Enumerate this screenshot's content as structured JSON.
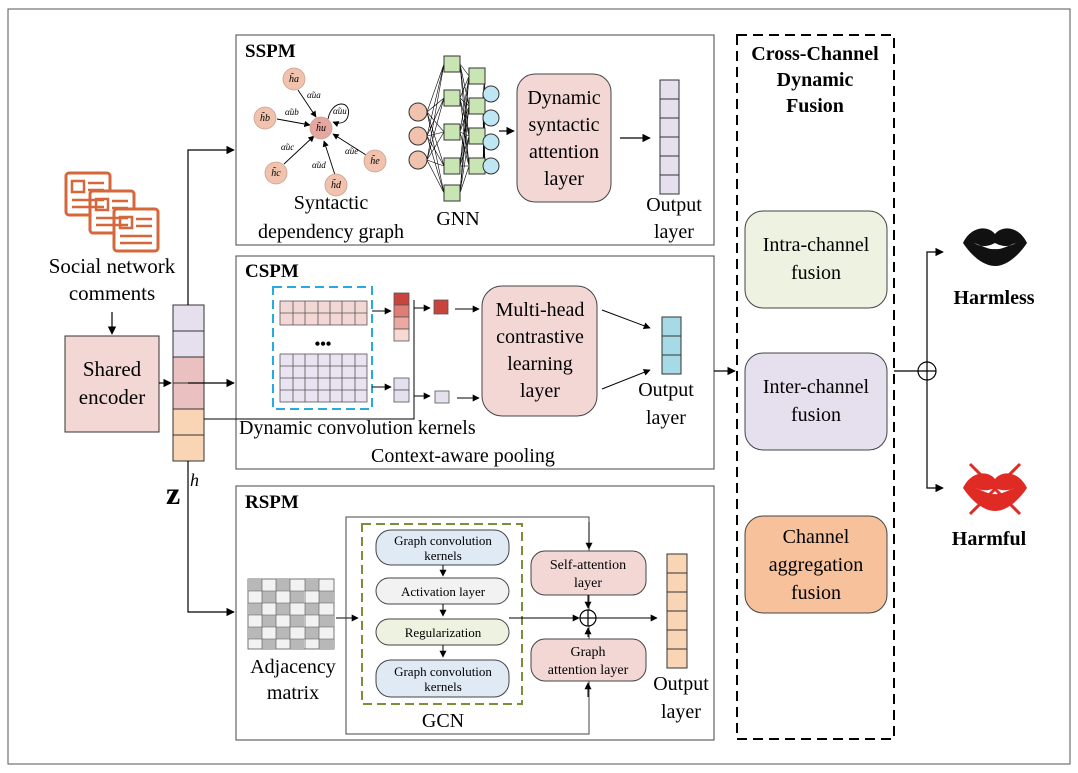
{
  "input": {
    "label_line1": "Social network",
    "label_line2": "comments",
    "icon": "document-stack-icon"
  },
  "encoder": {
    "label_line1": "Shared",
    "label_line2": "encoder",
    "z_symbol": "z",
    "z_superscript": "h"
  },
  "ssp_module": {
    "title": "SSPM",
    "graph_label_line1": "Syntactic",
    "graph_label_line2": "dependency graph",
    "gnn_label": "GNN",
    "attention_line1": "Dynamic",
    "attention_line2": "syntactic",
    "attention_line3": "attention",
    "attention_line4": "layer",
    "output_line1": "Output",
    "output_line2": "layer",
    "nodes": {
      "a": "h̃a",
      "b": "h̃b",
      "c": "h̃c",
      "d": "h̃d",
      "e": "h̃e",
      "u": "h̃u"
    },
    "edges": {
      "ua": "α̃ua",
      "ub": "α̃ub",
      "uc": "α̃uc",
      "ud": "α̃ud",
      "ue": "α̃ue",
      "uu": "α̃uu"
    }
  },
  "csp_module": {
    "title": "CSPM",
    "ellipsis": "•••",
    "kernels_label": "Dynamic convolution kernels",
    "pooling_label": "Context-aware pooling",
    "contrastive_line1": "Multi-head",
    "contrastive_line2": "contrastive",
    "contrastive_line3": "learning",
    "contrastive_line4": "layer",
    "output_line1": "Output",
    "output_line2": "layer"
  },
  "rsp_module": {
    "title": "RSPM",
    "adjacency_line1": "Adjacency",
    "adjacency_line2": "matrix",
    "gcn_label": "GCN",
    "gcn_kernels1_line1": "Graph convolution",
    "gcn_kernels1_line2": "kernels",
    "activation": "Activation layer",
    "regularization": "Regularization",
    "gcn_kernels2_line1": "Graph convolution",
    "gcn_kernels2_line2": "kernels",
    "self_attention_line1": "Self-attention",
    "self_attention_line2": "layer",
    "graph_attention_line1": "Graph",
    "graph_attention_line2": "attention layer",
    "output_line1": "Output",
    "output_line2": "layer"
  },
  "fusion": {
    "title_line1": "Cross-Channel",
    "title_line2": "Dynamic",
    "title_line3": "Fusion",
    "intra_line1": "Intra-channel",
    "intra_line2": "fusion",
    "inter_line1": "Inter-channel",
    "inter_line2": "fusion",
    "aggregation_line1": "Channel",
    "aggregation_line2": "aggregation",
    "aggregation_line3": "fusion"
  },
  "outputs": {
    "harmless": "Harmless",
    "harmful": "Harmful",
    "harmless_icon": "lips-icon",
    "harmful_icon": "crossed-lips-icon"
  },
  "colors": {
    "orange": "#d5673a",
    "pink_fill": "#f3d7d5",
    "lavender": "#e6dfee",
    "peach": "#f9d5b5",
    "teal": "#a6dae4",
    "green_fill": "#eef2e0",
    "blue_fill": "#dfeaf5",
    "dashed_blue": "#27a9e1",
    "dashed_green": "#7a8f3b",
    "node_pink": "#f1c2ad",
    "node_green": "#c9e5b4",
    "node_cyan": "#bfe6f3",
    "harmful_red": "#e02b25",
    "aggregation_fill": "#f6c19b"
  }
}
